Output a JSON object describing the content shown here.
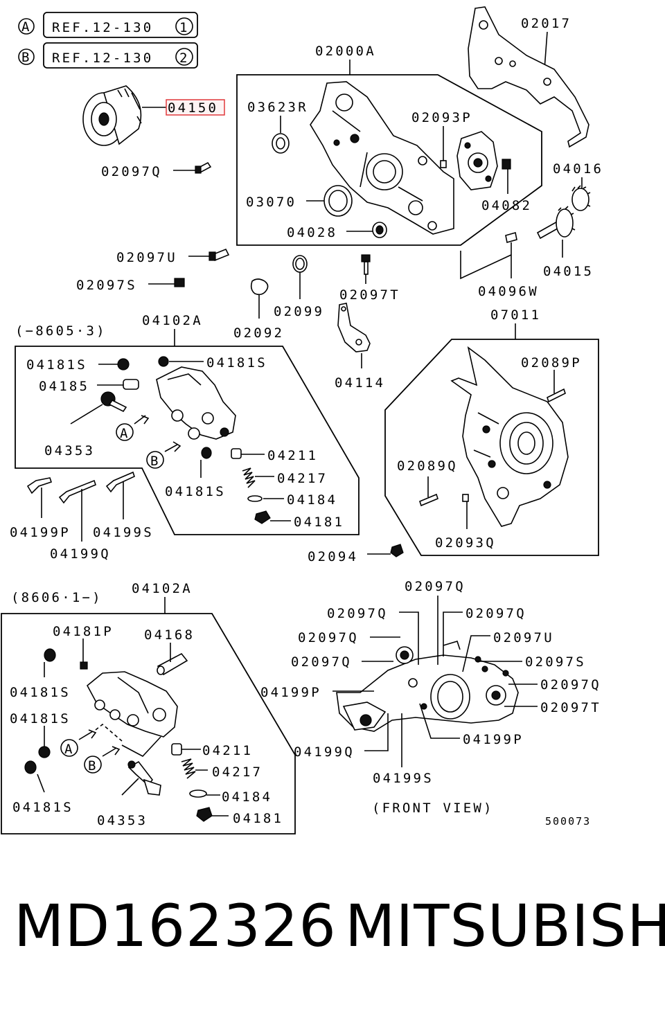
{
  "refs": [
    {
      "circle": "A",
      "text": "REF.12-130",
      "num": "1"
    },
    {
      "circle": "B",
      "text": "REF.12-130",
      "num": "2"
    }
  ],
  "labels": {
    "l_04150": "04150",
    "l_02097Q_a": "02097Q",
    "l_02000A": "02000A",
    "l_03623R": "03623R",
    "l_02093P": "02093P",
    "l_03070": "03070",
    "l_04028": "04028",
    "l_04082": "04082",
    "l_02017": "02017",
    "l_04016": "04016",
    "l_04015": "04015",
    "l_04096W": "04096W",
    "l_02097U_a": "02097U",
    "l_02097S_a": "02097S",
    "l_02099": "02099",
    "l_02097T_a": "02097T",
    "l_02092": "02092",
    "l_04114": "04114",
    "l_range1": "(−8605·3)",
    "l_04102A_a": "04102A",
    "l_04181S_a": "04181S",
    "l_04181S_b": "04181S",
    "l_04185": "04185",
    "l_04353_a": "04353",
    "l_04211_a": "04211",
    "l_04217_a": "04217",
    "l_04181S_c": "04181S",
    "l_04184_a": "04184",
    "l_04181_a": "04181",
    "l_04199P_a": "04199P",
    "l_04199S_a": "04199S",
    "l_04199Q_a": "04199Q",
    "l_07011": "07011",
    "l_02089P": "02089P",
    "l_02089Q": "02089Q",
    "l_02093Q": "02093Q",
    "l_02094": "02094",
    "l_range2": "(8606·1−)",
    "l_04102A_b": "04102A",
    "l_04181P": "04181P",
    "l_04168": "04168",
    "l_04181S_d": "04181S",
    "l_04181S_e": "04181S",
    "l_04181S_f": "04181S",
    "l_04353_b": "04353",
    "l_04211_b": "04211",
    "l_04217_b": "04217",
    "l_04184_b": "04184",
    "l_04181_b": "04181",
    "f_02097Q_1": "02097Q",
    "f_02097Q_2": "02097Q",
    "f_02097Q_3": "02097Q",
    "f_02097Q_4": "02097Q",
    "f_02097Q_5": "02097Q",
    "f_02097Q_6": "02097Q",
    "f_02097U": "02097U",
    "f_02097S": "02097S",
    "f_02097T": "02097T",
    "f_04199P_1": "04199P",
    "f_04199P_2": "04199P",
    "f_04199Q": "04199Q",
    "f_04199S": "04199S",
    "front_view": "(FRONT VIEW)",
    "diagram_no": "500073",
    "circle_A": "A",
    "circle_B": "B"
  },
  "footer": {
    "part_number": "MD162326",
    "brand": "MITSUBISHI"
  },
  "highlight_color": "#e0383b"
}
